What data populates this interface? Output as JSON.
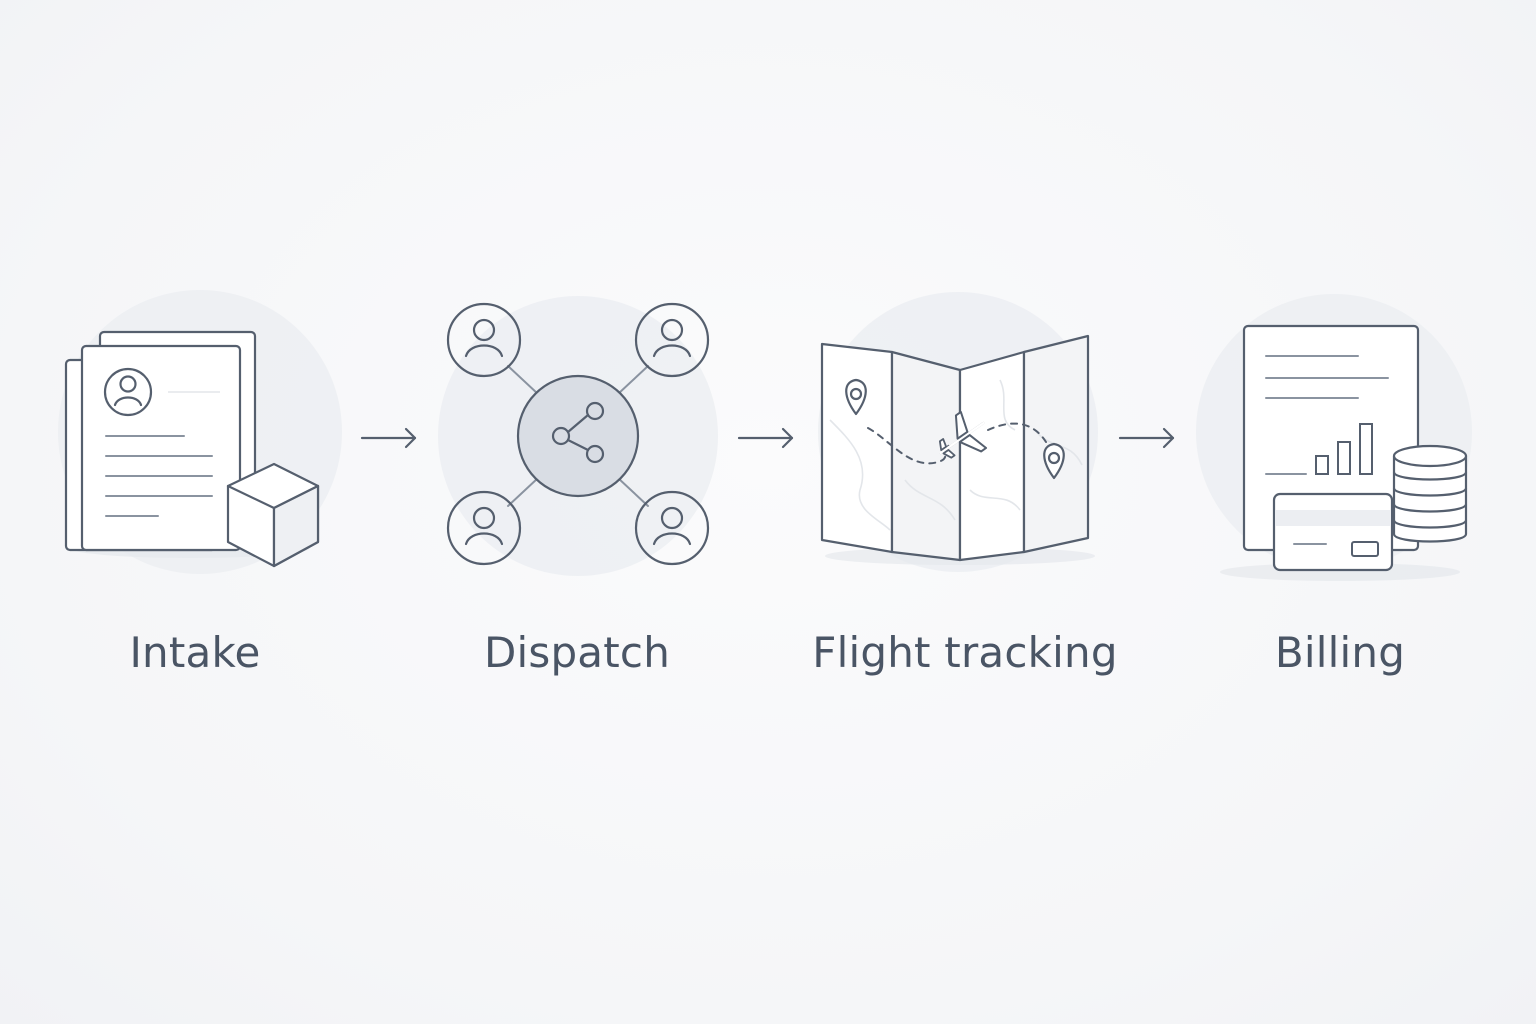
{
  "flow": {
    "steps": [
      {
        "label": "Intake",
        "icon": "intake-documents-icon"
      },
      {
        "label": "Dispatch",
        "icon": "dispatch-network-icon"
      },
      {
        "label": "Flight tracking",
        "icon": "flight-map-icon"
      },
      {
        "label": "Billing",
        "icon": "billing-invoice-icon"
      }
    ],
    "connector_icon": "arrow-right-icon"
  },
  "colors": {
    "background": "#f7f8fa",
    "stroke": "#555f6e",
    "label": "#4a5565",
    "halo": "#eceef2",
    "hub": "#d9dde4"
  }
}
